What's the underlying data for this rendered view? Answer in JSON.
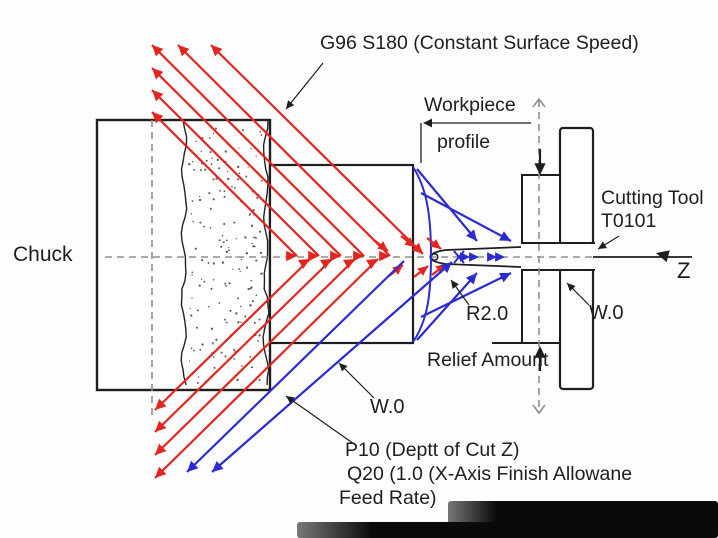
{
  "colors": {
    "red": "#e2251e",
    "blue": "#2b2bd0",
    "ink": "#1e1e1e",
    "dash": "#8f8f8f",
    "stipple": "#3a3a3a",
    "background": "#fdfdfd"
  },
  "labels": {
    "g96": "G96 S180 (Constant Surface Speed)",
    "workpiece": "Workpiece",
    "profile": "profile",
    "cutting_tool_line1": "Cutting Tool",
    "cutting_tool_line2": "T0101",
    "z_axis": "Z",
    "chuck": "Chuck",
    "nose_radius": "R2.0",
    "w0_right": "W.0",
    "relief_amount": "Relief Amount",
    "w0_left": "W.0",
    "p10": "P10 (Deptt of Cut Z)",
    "q20": "Q20 (1.0 (X-Axis Finish Allowane",
    "feed_rate": "Feed Rate)"
  }
}
